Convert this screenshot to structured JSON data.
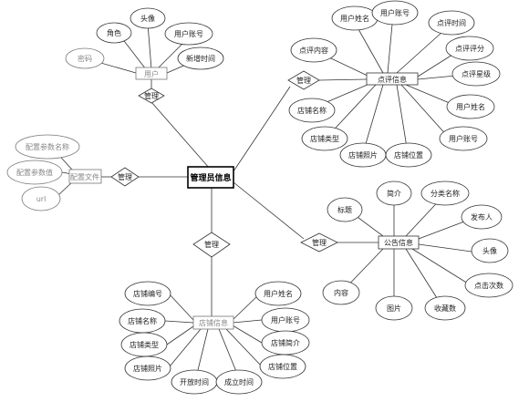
{
  "center_entity": "管理员信息",
  "entities": {
    "user": {
      "label": "用户",
      "relation": "管理",
      "attributes": [
        "密码",
        "角色",
        "头像",
        "用户账号",
        "新增时间"
      ]
    },
    "comment": {
      "label": "点评信息",
      "relation": "管理",
      "attributes": [
        "用户姓名",
        "用户账号",
        "点评时间",
        "点评内容",
        "点评评分",
        "点评星级",
        "用户姓名",
        "店铺名称",
        "用户账号",
        "店铺类型",
        "店铺照片",
        "店铺位置"
      ]
    },
    "config": {
      "label": "配置文件",
      "relation": "管理",
      "attributes": [
        "配置参数名称",
        "配置参数值",
        "url"
      ]
    },
    "notice": {
      "label": "公告信息",
      "relation": "管理",
      "attributes": [
        "标题",
        "简介",
        "分类名称",
        "发布人",
        "头像",
        "点击次数",
        "内容",
        "图片",
        "收藏数"
      ]
    },
    "shop": {
      "label": "店铺信息",
      "relation": "管理",
      "attributes": [
        "店铺编号",
        "店铺名称",
        "店铺类型",
        "店铺照片",
        "开放时间",
        "成立时间",
        "用户姓名",
        "用户账号",
        "店铺简介",
        "店铺位置"
      ]
    }
  }
}
